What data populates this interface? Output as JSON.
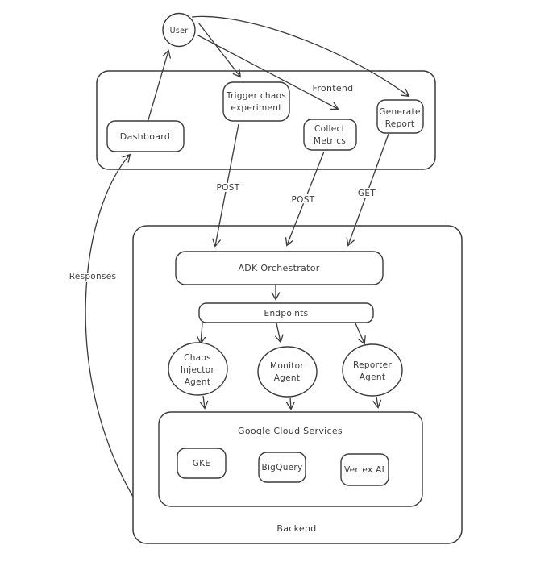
{
  "theme": {
    "ink": "#3a3a3a",
    "background": "#ffffff"
  },
  "user": {
    "label": "User"
  },
  "frontend": {
    "title": "Frontend",
    "dashboard": {
      "label": "Dashboard"
    },
    "trigger_chaos": {
      "line1": "Trigger chaos",
      "line2": "experiment"
    },
    "collect_metrics": {
      "line1": "Collect",
      "line2": "Metrics"
    },
    "generate_report": {
      "line1": "Generate",
      "line2": "Report"
    }
  },
  "edge_labels": {
    "post_trigger": "POST",
    "post_collect": "POST",
    "get_report": "GET",
    "responses": "Responses"
  },
  "backend": {
    "title": "Backend",
    "adk_orchestrator": {
      "label": "ADK Orchestrator"
    },
    "endpoints": {
      "label": "Endpoints"
    },
    "agents": {
      "chaos": {
        "line1": "Chaos",
        "line2": "Injector",
        "line3": "Agent"
      },
      "monitor": {
        "line1": "Monitor",
        "line2": "Agent"
      },
      "reporter": {
        "line1": "Reporter",
        "line2": "Agent"
      }
    },
    "gcs": {
      "title": "Google Cloud Services",
      "gke": {
        "label": "GKE"
      },
      "bigquery": {
        "label": "BigQuery"
      },
      "vertex_ai": {
        "label": "Vertex AI"
      }
    }
  }
}
